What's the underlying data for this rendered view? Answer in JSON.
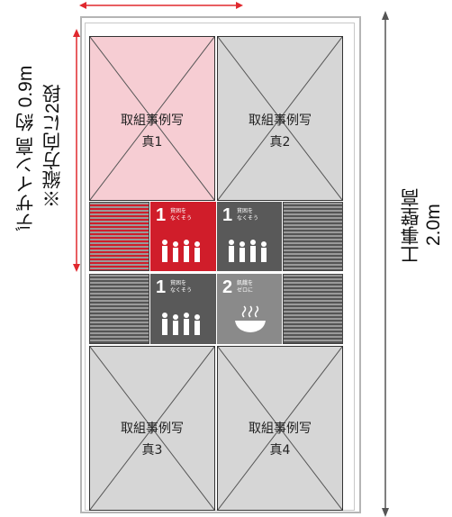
{
  "design_height": {
    "line1": "デザイン高 約 0.9m",
    "line2": "※縦方向に2段",
    "color": "#e0282e"
  },
  "wall_height": {
    "line1": "工事壁高",
    "line2": "2.0m"
  },
  "photos": [
    {
      "line1": "取組事例写",
      "line2": "真1"
    },
    {
      "line1": "取組事例写",
      "line2": "真2"
    },
    {
      "line1": "取組事例写",
      "line2": "真3"
    },
    {
      "line1": "取組事例写",
      "line2": "真4"
    }
  ],
  "sdg_tiles": [
    {
      "number": "1",
      "text": "貧困を\nなくそう",
      "color": "#d01d2a",
      "icon": "family-icon"
    },
    {
      "number": "1",
      "text": "貧困を\nなくそう",
      "color": "#595959",
      "icon": "family-icon"
    },
    {
      "number": "1",
      "text": "貧困を\nなくそう",
      "color": "#595959",
      "icon": "family-icon"
    },
    {
      "number": "2",
      "text": "飢餓を\nゼロに",
      "color": "#8a8a8a",
      "icon": "bowl-icon"
    }
  ]
}
